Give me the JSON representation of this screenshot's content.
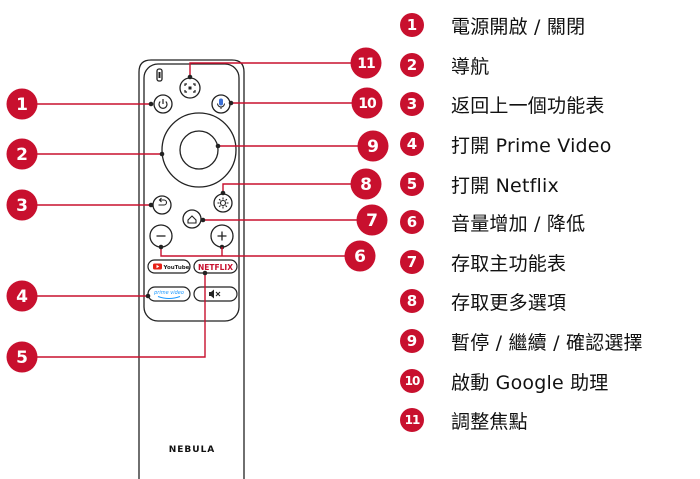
{
  "accent_color": "#c8102e",
  "remote": {
    "brand": "NEBULA",
    "youtube_label": "YouTube",
    "netflix_label": "NETFLIX",
    "prime_label": "prime video"
  },
  "callouts": [
    {
      "number": "1",
      "label": "電源開啟 / 關閉"
    },
    {
      "number": "2",
      "label": "導航"
    },
    {
      "number": "3",
      "label": "返回上一個功能表"
    },
    {
      "number": "4",
      "label": "打開 Prime Video"
    },
    {
      "number": "5",
      "label": "打開 Netflix"
    },
    {
      "number": "6",
      "label": "音量增加 / 降低"
    },
    {
      "number": "7",
      "label": "存取主功能表"
    },
    {
      "number": "8",
      "label": "存取更多選項"
    },
    {
      "number": "9",
      "label": "暫停 / 繼續 / 確認選擇"
    },
    {
      "number": "10",
      "label": "啟動 Google 助理"
    },
    {
      "number": "11",
      "label": "調整焦點"
    }
  ]
}
